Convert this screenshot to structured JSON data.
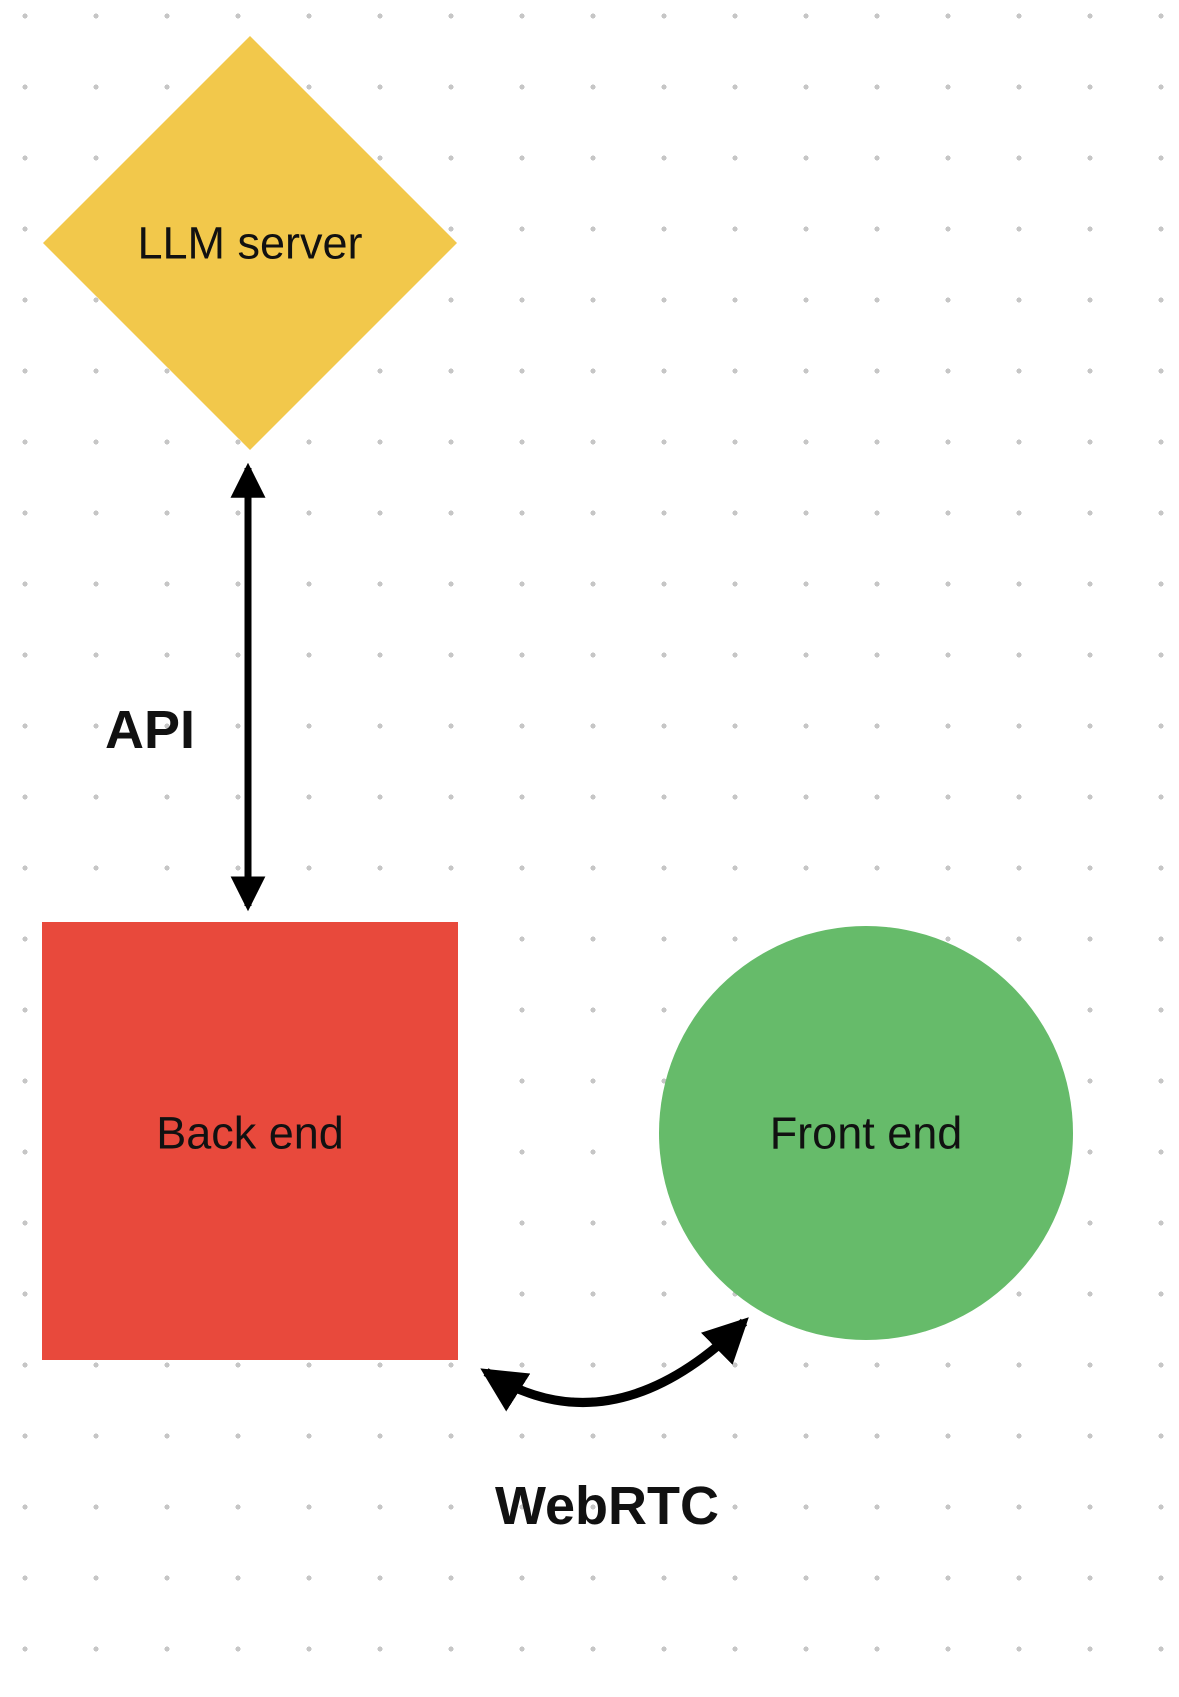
{
  "diagram": {
    "nodes": {
      "llm_server": {
        "label": "LLM server",
        "shape": "diamond",
        "color": "#F2C84B"
      },
      "back_end": {
        "label": "Back end",
        "shape": "square",
        "color": "#E8493C"
      },
      "front_end": {
        "label": "Front end",
        "shape": "circle",
        "color": "#66BB6A"
      }
    },
    "edges": {
      "api": {
        "label": "API",
        "type": "double-headed-arrow",
        "connects": [
          "llm_server",
          "back_end"
        ]
      },
      "webrtc": {
        "label": "WebRTC",
        "type": "double-headed-arrow",
        "connects": [
          "back_end",
          "front_end"
        ]
      }
    },
    "colors": {
      "arrow": "#000000",
      "text": "#111111",
      "dot_grid": "#C6C6C6",
      "background": "#FFFFFF"
    }
  }
}
